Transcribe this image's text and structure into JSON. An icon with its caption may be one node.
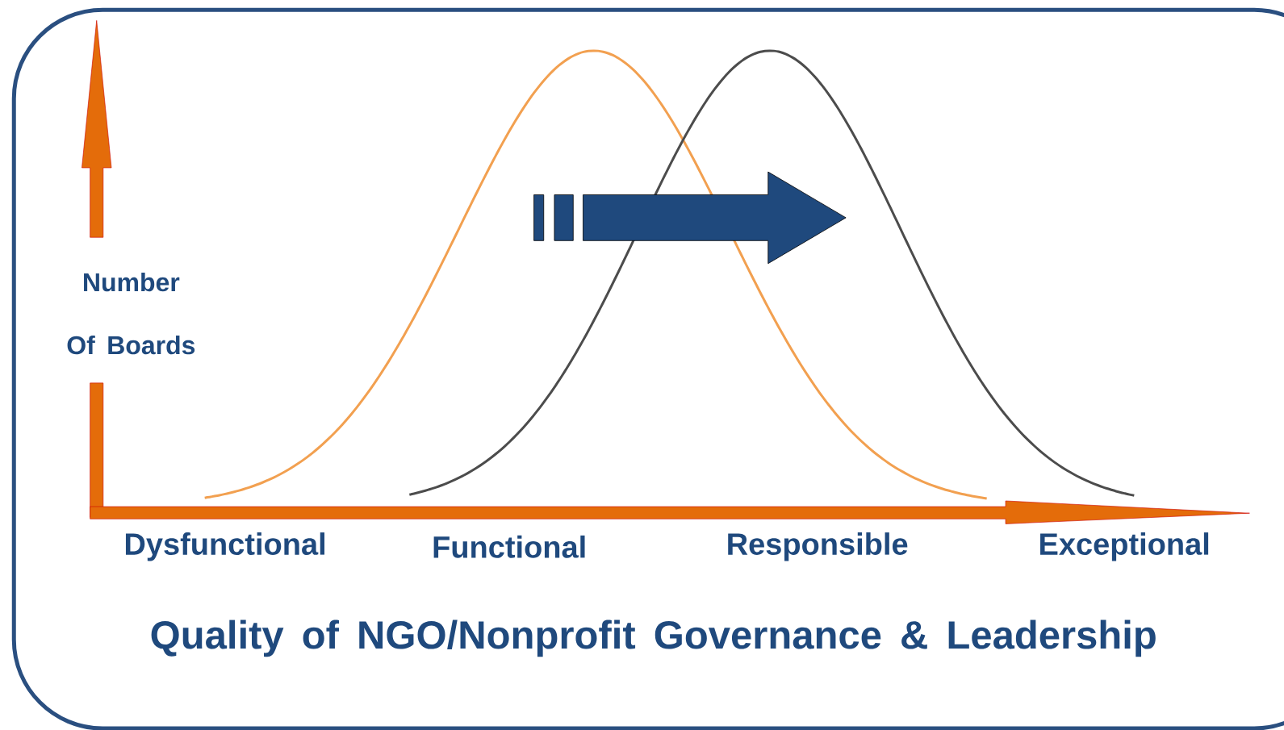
{
  "diagram": {
    "labels": [
      "Number Of Boards",
      "Dysfunctional",
      "Functional",
      "Responsible",
      "Exceptional",
      "Quality of NGO/Nonprofit Governance & Leadership"
    ]
  }
}
